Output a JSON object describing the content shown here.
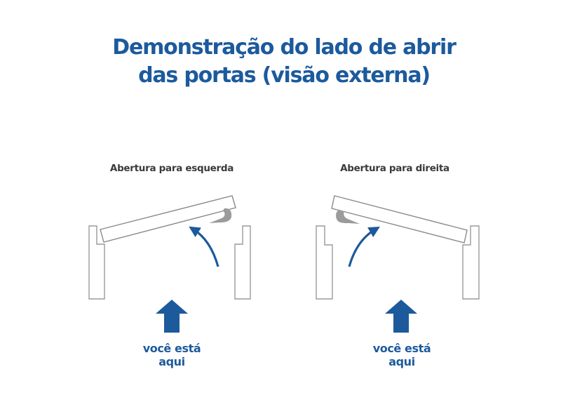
{
  "header": {
    "title_line1": "Demonstração do lado de abrir",
    "title_line2": "das portas (visão externa)"
  },
  "panels": [
    {
      "label": "Abertura para esquerda",
      "you_are_here_line1": "você está",
      "you_are_here_line2": "aqui",
      "hinge_side": "left",
      "icons": [
        "door-frame-icon",
        "door-leaf-icon",
        "door-handle-icon",
        "swing-arrow-icon",
        "up-arrow-icon"
      ]
    },
    {
      "label": "Abertura para direita",
      "you_are_here_line1": "você está",
      "you_are_here_line2": "aqui",
      "hinge_side": "right",
      "icons": [
        "door-frame-icon",
        "door-leaf-icon",
        "door-handle-icon",
        "swing-arrow-icon",
        "up-arrow-icon"
      ]
    }
  ],
  "colors": {
    "accent_blue": "#1c5a9c",
    "outline_gray": "#9a9a9a",
    "handle_gray": "#9b9b9b",
    "label_text": "#3a3a3a",
    "background": "#ffffff"
  }
}
